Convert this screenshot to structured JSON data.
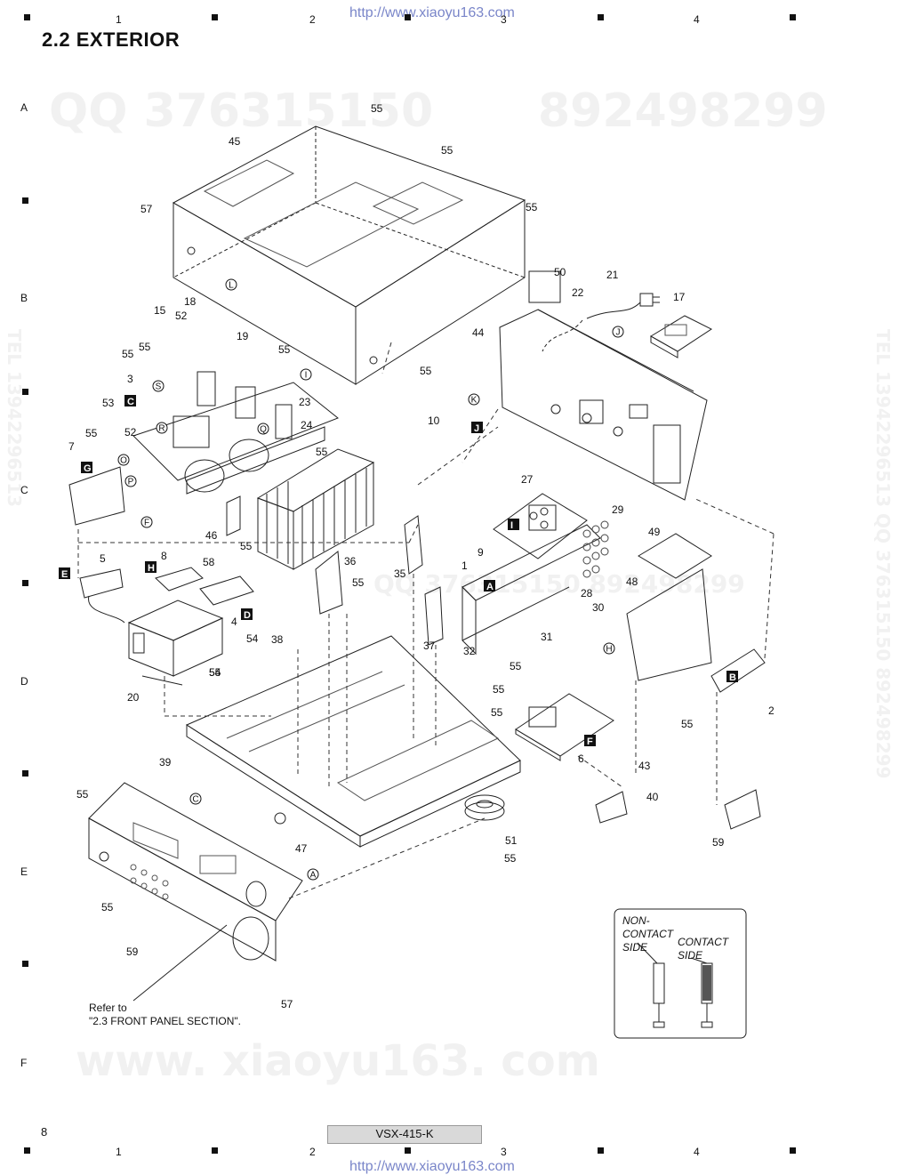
{
  "header": {
    "url_top": "http://www.xiaoyu163.com",
    "section_title": "2.2  EXTERIOR"
  },
  "grid": {
    "columns": [
      "1",
      "2",
      "3",
      "4"
    ],
    "rows": [
      "A",
      "B",
      "C",
      "D",
      "E",
      "F"
    ]
  },
  "watermarks": {
    "qq_left": "QQ 376315150",
    "qq_right": "892498299",
    "site": "www. xiaoyu163. com",
    "tel_left": "TEL 13942296513",
    "tel_right": "TEL 13942296513  QQ 376315150  892498299",
    "mid_band": "QQ 376315150  892498299"
  },
  "diagram": {
    "part_labels": [
      "55",
      "45",
      "55",
      "57",
      "55",
      "50",
      "21",
      "22",
      "17",
      "18",
      "15",
      "52",
      "19",
      "55",
      "55",
      "44",
      "3",
      "55",
      "23",
      "53",
      "24",
      "52",
      "55",
      "10",
      "7",
      "55",
      "27",
      "9",
      "29",
      "5",
      "8",
      "58",
      "46",
      "55",
      "35",
      "36",
      "55",
      "49",
      "1",
      "28",
      "48",
      "30",
      "31",
      "37",
      "32",
      "4",
      "54",
      "38",
      "55",
      "20",
      "54",
      "55",
      "55",
      "55",
      "39",
      "6",
      "2",
      "55",
      "43",
      "40",
      "55",
      "51",
      "47",
      "59",
      "59",
      "57",
      "55",
      "55",
      "55"
    ],
    "board_codes": [
      "A",
      "B",
      "C",
      "D",
      "E",
      "F",
      "G",
      "H",
      "I",
      "J"
    ],
    "connector_marks": [
      "L",
      "J",
      "I",
      "K",
      "S",
      "R",
      "Q",
      "O",
      "P",
      "F",
      "C",
      "A",
      "H"
    ]
  },
  "notes": {
    "refer_line1": "Refer to",
    "refer_line2": "\"2.3 FRONT PANEL SECTION\"."
  },
  "legend": {
    "non_contact": "NON-CONTACT SIDE",
    "contact": "CONTACT SIDE"
  },
  "footer": {
    "page_number": "8",
    "model": "VSX-415-K",
    "url_bottom": "http://www.xiaoyu163.com"
  }
}
